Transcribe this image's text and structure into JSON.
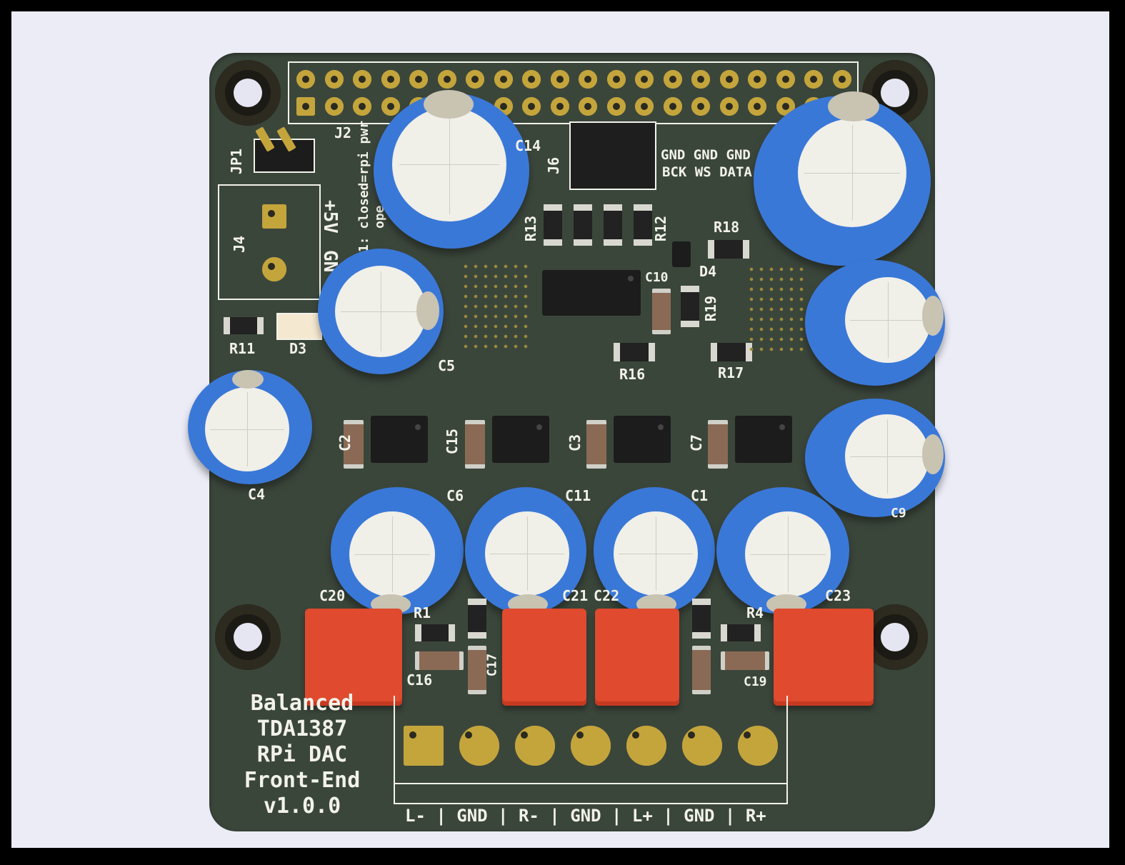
{
  "board": {
    "title_lines": [
      "Balanced",
      "TDA1387",
      "RPi DAC",
      "Front-End",
      "v1.0.0"
    ],
    "output_label": "L- | GND | R- | GND | L+ | GND | R+",
    "j6_top_label": "GND GND GND",
    "j6_bottom_label": "BCK WS DATA",
    "jp1_note_line1": "P1: closed=rpi pwr",
    "jp1_note_line2": "ope",
    "power_plus": "+5V",
    "power_gnd": "GN"
  },
  "refdes": {
    "J2": "J2",
    "J4": "J4",
    "J6": "J6",
    "JP1": "JP1",
    "C1": "C1",
    "C2": "C2",
    "C3": "C3",
    "C4": "C4",
    "C5": "C5",
    "C6": "C6",
    "C7": "C7",
    "C9": "C9",
    "C10": "C10",
    "C11": "C11",
    "C14": "C14",
    "C15": "C15",
    "C16": "C16",
    "C17": "C17",
    "C19": "C19",
    "C20": "C20",
    "C21": "C21",
    "C22": "C22",
    "C23": "C23",
    "D3": "D3",
    "D4": "D4",
    "R1": "R1",
    "R4": "R4",
    "R11": "R11",
    "R12": "R12",
    "R13": "R13",
    "R16": "R16",
    "R17": "R17",
    "R18": "R18",
    "R19": "R19"
  },
  "colors": {
    "pcb": "#3b463b",
    "silkscreen": "#f2f2ea",
    "capacitor": "#3a78d8",
    "film_cap": "#e04a2e",
    "gold": "#c4a53c",
    "background": "#ececf7"
  }
}
